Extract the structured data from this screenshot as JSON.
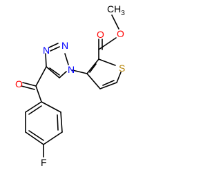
{
  "molecule": {
    "atom_labels": {
      "methyl": "CH3",
      "ester_carbonyl_O": "O",
      "ester_O": "O",
      "thiophene_S": "S",
      "ketone_O": "O",
      "triazole_N1": "N",
      "triazole_N2": "N",
      "triazole_N3": "N",
      "fluorine": "F"
    },
    "colors": {
      "bond": "#000000",
      "oxygen": "#ff0000",
      "nitrogen": "#0000ff",
      "sulfur": "#b8860b",
      "fluorine": "#000000",
      "carbon": "#000000"
    }
  }
}
